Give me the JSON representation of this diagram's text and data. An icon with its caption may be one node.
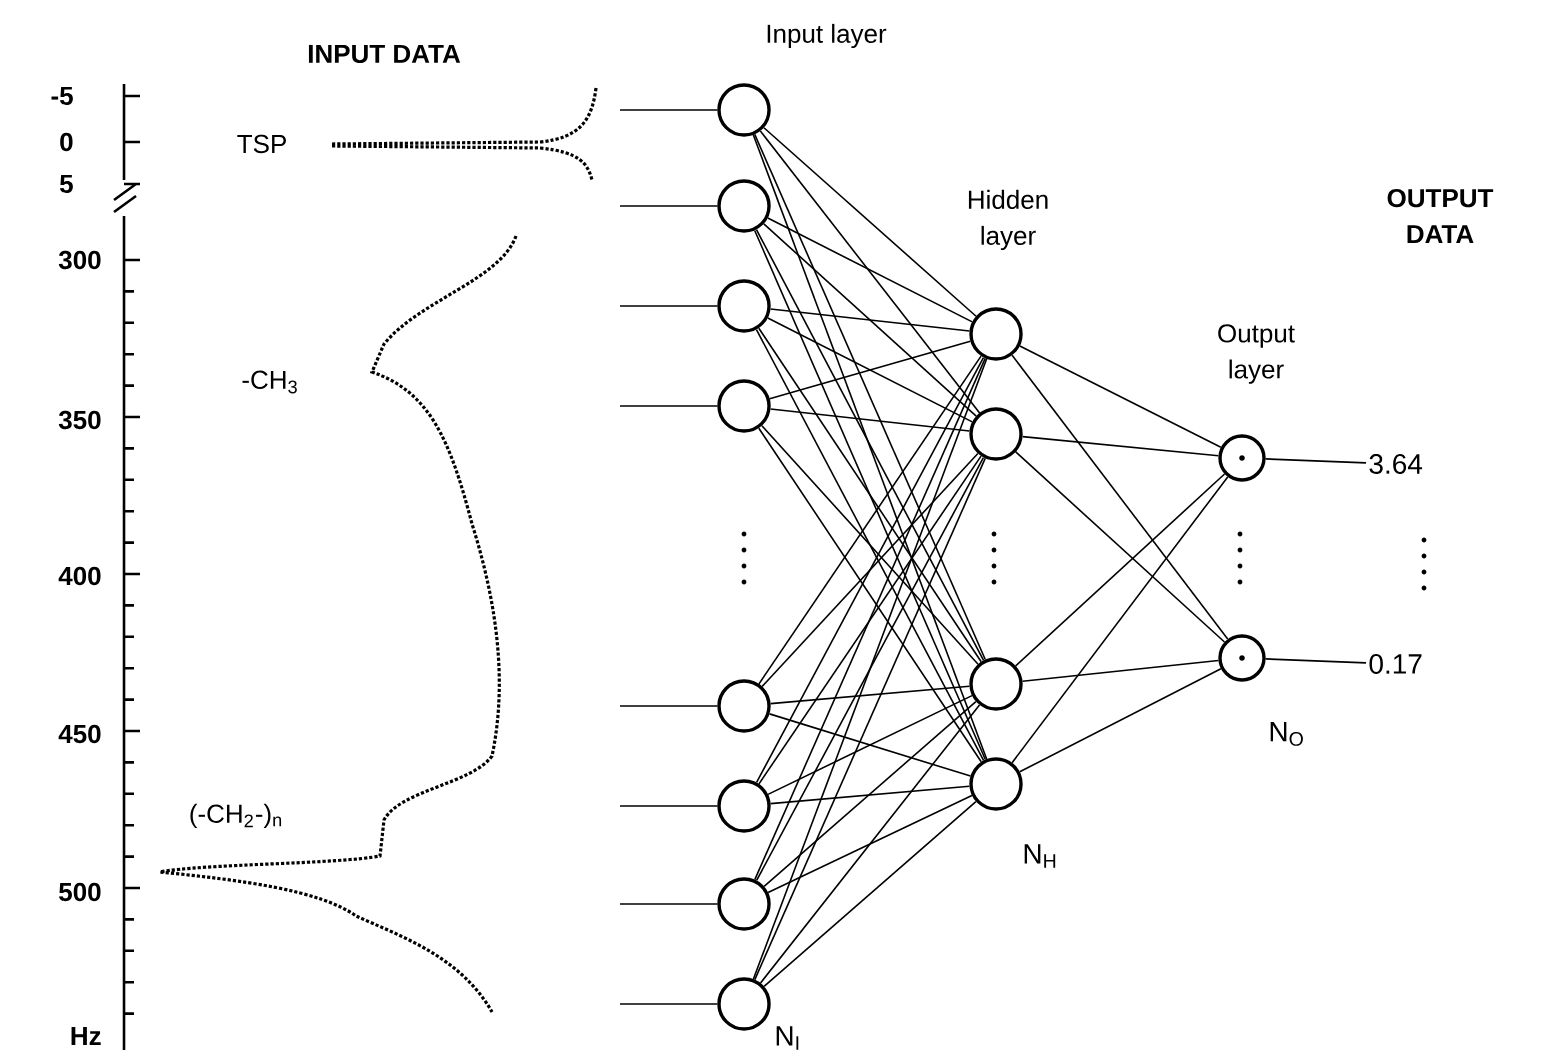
{
  "diagram": {
    "nodes": [
      {
        "text": [],
        "shape": "circle"
      },
      {
        "text": [],
        "shape": "circle"
      },
      {
        "text": [],
        "shape": "circle"
      },
      {
        "text": [],
        "shape": "circle"
      },
      {
        "text": [],
        "shape": "circle"
      },
      {
        "text": [],
        "shape": "circle"
      },
      {
        "text": [],
        "shape": "circle"
      },
      {
        "text": [],
        "shape": "circle",
        "beside": [
          "N$_{I}$"
        ]
      },
      {
        "text": [],
        "shape": "circle"
      },
      {
        "text": [],
        "shape": "circle"
      },
      {
        "text": [],
        "shape": "circle"
      },
      {
        "text": [],
        "shape": "circle",
        "beside": [
          "N$_{H}$"
        ]
      },
      {
        "text": [],
        "shape": "circle"
      },
      {
        "text": [],
        "shape": "circle",
        "beside": [
          "N$_{O}$"
        ]
      },
      {
        "text": [
          "3.64"
        ]
      },
      {
        "text": [
          "0.17"
        ]
      }
    ],
    "edges": [
      {
        "from": null,
        "to": 0,
        "arrow": "none"
      },
      {
        "from": null,
        "to": 1,
        "arrow": "none"
      },
      {
        "from": null,
        "to": 2,
        "arrow": "none"
      },
      {
        "from": null,
        "to": 3,
        "arrow": "none"
      },
      {
        "from": null,
        "to": 4,
        "arrow": "none"
      },
      {
        "from": null,
        "to": 5,
        "arrow": "none"
      },
      {
        "from": null,
        "to": 6,
        "arrow": "none"
      },
      {
        "from": null,
        "to": 7,
        "arrow": "none"
      },
      {
        "from": 0,
        "to": 8,
        "arrow": "none"
      },
      {
        "from": 0,
        "to": 9,
        "arrow": "none"
      },
      {
        "from": 0,
        "to": 10,
        "arrow": "none"
      },
      {
        "from": 0,
        "to": 11,
        "arrow": "none"
      },
      {
        "from": 1,
        "to": 8,
        "arrow": "none"
      },
      {
        "from": 1,
        "to": 9,
        "arrow": "none"
      },
      {
        "from": 1,
        "to": 10,
        "arrow": "none"
      },
      {
        "from": 1,
        "to": 11,
        "arrow": "none"
      },
      {
        "from": 2,
        "to": 8,
        "arrow": "none"
      },
      {
        "from": 2,
        "to": 9,
        "arrow": "none"
      },
      {
        "from": 2,
        "to": 10,
        "arrow": "none"
      },
      {
        "from": 2,
        "to": 11,
        "arrow": "none"
      },
      {
        "from": 3,
        "to": 8,
        "arrow": "none"
      },
      {
        "from": 3,
        "to": 9,
        "arrow": "none"
      },
      {
        "from": 3,
        "to": 10,
        "arrow": "none"
      },
      {
        "from": 3,
        "to": 11,
        "arrow": "none"
      },
      {
        "from": 4,
        "to": 8,
        "arrow": "none"
      },
      {
        "from": 4,
        "to": 9,
        "arrow": "none"
      },
      {
        "from": 4,
        "to": 10,
        "arrow": "none"
      },
      {
        "from": 4,
        "to": 11,
        "arrow": "none"
      },
      {
        "from": 5,
        "to": 8,
        "arrow": "none"
      },
      {
        "from": 5,
        "to": 9,
        "arrow": "none"
      },
      {
        "from": 5,
        "to": 10,
        "arrow": "none"
      },
      {
        "from": 5,
        "to": 11,
        "arrow": "none"
      },
      {
        "from": 6,
        "to": 8,
        "arrow": "none"
      },
      {
        "from": 6,
        "to": 9,
        "arrow": "none"
      },
      {
        "from": 6,
        "to": 10,
        "arrow": "none"
      },
      {
        "from": 6,
        "to": 11,
        "arrow": "none"
      },
      {
        "from": 7,
        "to": 8,
        "arrow": "none"
      },
      {
        "from": 7,
        "to": 9,
        "arrow": "none"
      },
      {
        "from": 7,
        "to": 10,
        "arrow": "none"
      },
      {
        "from": 7,
        "to": 11,
        "arrow": "none"
      },
      {
        "from": 8,
        "to": 12,
        "arrow": "none"
      },
      {
        "from": 8,
        "to": 13,
        "arrow": "none"
      },
      {
        "from": 9,
        "to": 12,
        "arrow": "none"
      },
      {
        "from": 9,
        "to": 13,
        "arrow": "none"
      },
      {
        "from": 10,
        "to": 12,
        "arrow": "none"
      },
      {
        "from": 10,
        "to": 13,
        "arrow": "none"
      },
      {
        "from": 11,
        "to": 12,
        "arrow": "none"
      },
      {
        "from": 11,
        "to": 13,
        "arrow": "none"
      },
      {
        "from": 12,
        "to": 14,
        "arrow": "none"
      },
      {
        "from": 13,
        "to": 15,
        "arrow": "none"
      }
    ],
    "labels": [
      "INPUT DATA",
      "Input layer",
      "-5",
      "TSP",
      "0",
      "5",
      "Hidden layer",
      "OUTPUT DATA",
      "300",
      "Output layer",
      "-CH$_{3}$",
      "350",
      "400",
      "450",
      "(-CH$_{2}$-)$_{n}$",
      "500",
      "Hz"
    ]
  }
}
